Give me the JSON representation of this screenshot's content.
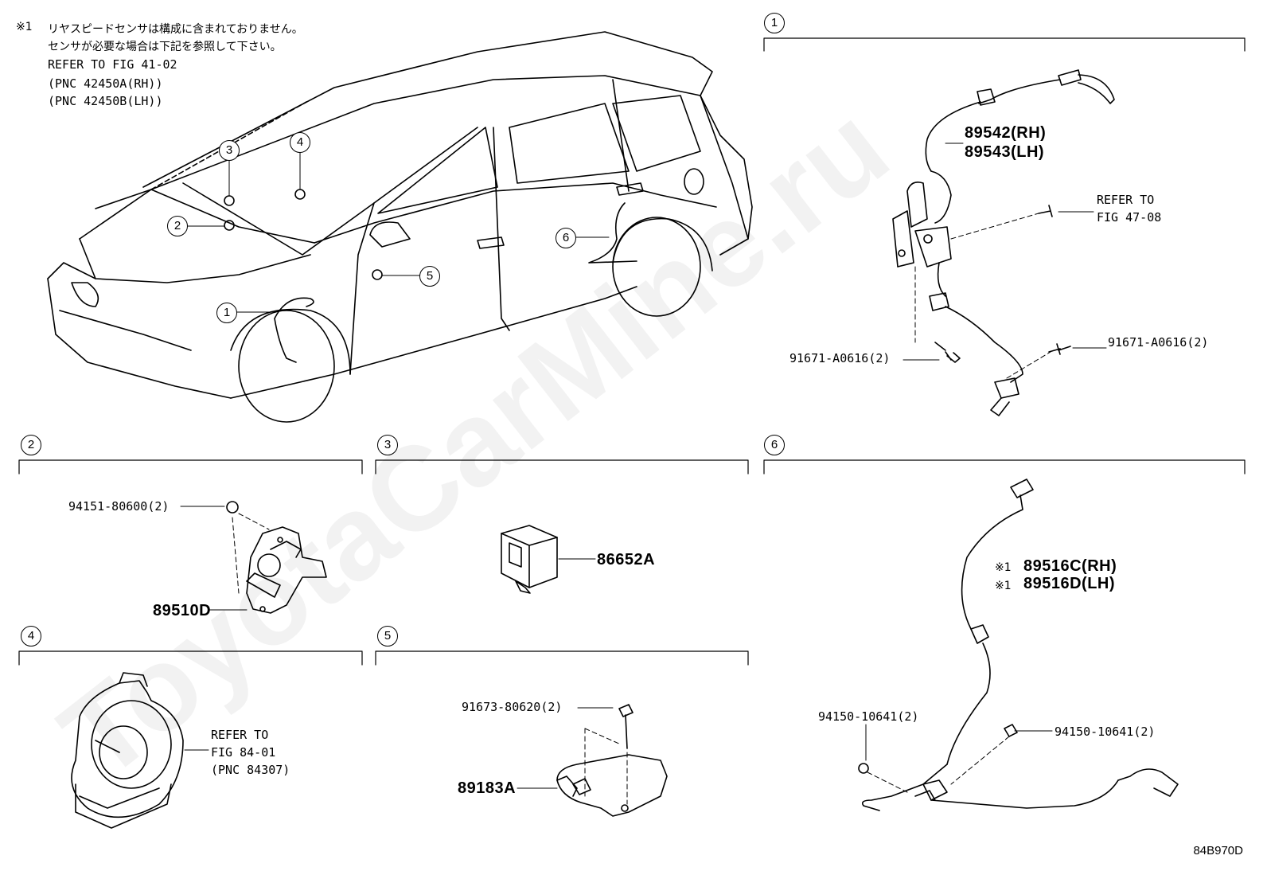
{
  "note": {
    "mark": "※1",
    "line1": "リヤスピードセンサは構成に含まれておりません。",
    "line2": "センサが必要な場合は下記を参照して下さい。",
    "line3": "REFER TO FIG 41-02",
    "line4": "(PNC 42450A(RH))",
    "line5": "(PNC 42450B(LH))"
  },
  "overview_callouts": [
    "1",
    "2",
    "3",
    "4",
    "5",
    "6"
  ],
  "sections": {
    "s1": {
      "num": "1",
      "parts": {
        "p1": "89542(RH)",
        "p2": "89543(LH)",
        "ref1": "REFER TO",
        "ref2": "FIG 47-08",
        "bolt_left": "91671-A0616(2)",
        "bolt_right": "91671-A0616(2)"
      }
    },
    "s2": {
      "num": "2",
      "parts": {
        "nut": "94151-80600(2)",
        "main": "89510D"
      }
    },
    "s3": {
      "num": "3",
      "parts": {
        "main": "86652A"
      }
    },
    "s4": {
      "num": "4",
      "parts": {
        "ref1": "REFER TO",
        "ref2": "FIG 84-01",
        "ref3": "(PNC 84307)"
      }
    },
    "s5": {
      "num": "5",
      "parts": {
        "bolt": "91673-80620(2)",
        "main": "89183A"
      }
    },
    "s6": {
      "num": "6",
      "parts": {
        "mark1": "※1",
        "p1": "89516C(RH)",
        "mark2": "※1",
        "p2": "89516D(LH)",
        "nut_left": "94150-10641(2)",
        "nut_right": "94150-10641(2)"
      }
    }
  },
  "watermark": "ToyotaCarMine.ru",
  "diagram_code": "84B970D"
}
